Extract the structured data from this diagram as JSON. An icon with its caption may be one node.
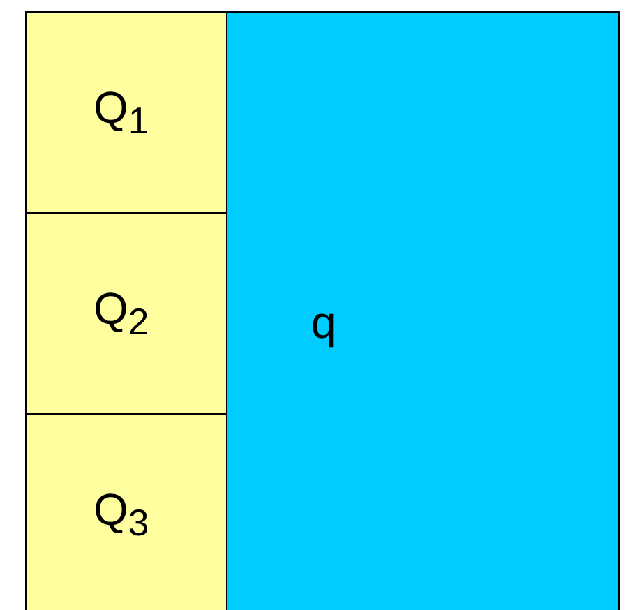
{
  "diagram": {
    "nodes": [
      {
        "text": [
          "Q$_{1}$"
        ]
      },
      {
        "text": [
          "Q$_{2}$"
        ]
      },
      {
        "text": [
          "Q$_{3}$"
        ]
      },
      {
        "text": [
          "q"
        ]
      }
    ]
  }
}
